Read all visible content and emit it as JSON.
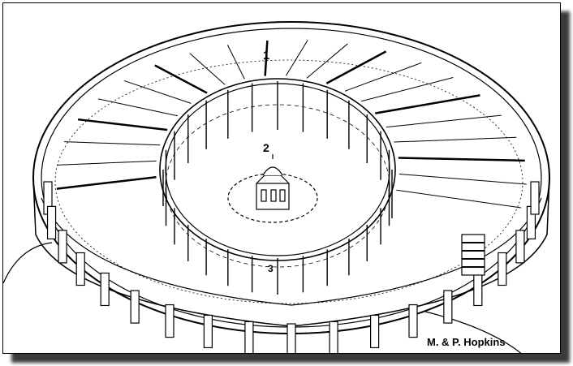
{
  "drawing": {
    "labels": {
      "one": "1",
      "two": "2",
      "three": "3"
    },
    "credit": "M. & P. Hopkins",
    "colors": {
      "ink": "#000000",
      "paper": "#ffffff",
      "shadow": "#3a3a3a"
    }
  }
}
